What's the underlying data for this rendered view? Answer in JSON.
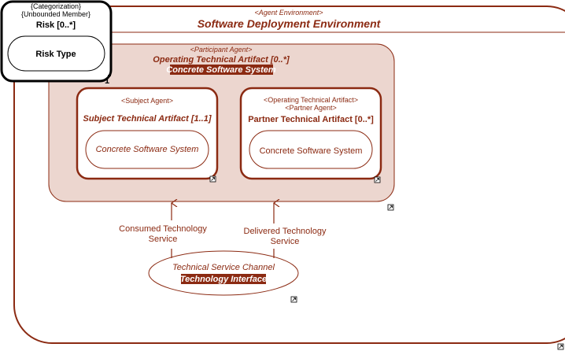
{
  "colors": {
    "stroke": "#8b2a12",
    "fill_participant": "#ecd6cf",
    "highlight": "#8b2a12"
  },
  "environment": {
    "stereotype": "<Agent Environment>",
    "title": "Software Deployment Environment"
  },
  "participant": {
    "stereotype": "<Participant Agent>",
    "title": "Operating Technical Artifact [0..*]",
    "subtitle": "Concrete Software System"
  },
  "subject": {
    "stereotype": "<Subject Agent>",
    "title": "Subject Technical Artifact [1..1]",
    "inner": "Concrete Software System"
  },
  "partner": {
    "stereotype1": "<Operating Technical Artifact>",
    "stereotype2": "<Partner Agent>",
    "title": "Partner Technical Artifact [0..*]",
    "inner": "Concrete Software System"
  },
  "risk": {
    "line1": "{Categorization}",
    "line2": "{Unbounded Member}",
    "title": "Risk [0..*]",
    "inner": "Risk Type"
  },
  "consumed": {
    "line1": "Consumed Technology",
    "line2": "Service"
  },
  "delivered": {
    "line1": "Delivered Technology",
    "line2": "Service"
  },
  "channel": {
    "title": "Technical Service Channel",
    "subtitle": "Technology Interface"
  },
  "multiplicity": "1"
}
